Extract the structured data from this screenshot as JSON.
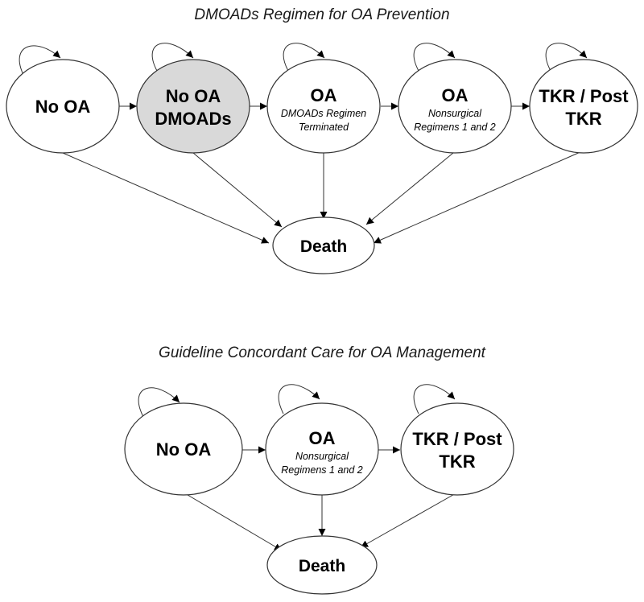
{
  "diagram_top": {
    "title": "DMOADs Regimen for OA Prevention",
    "states": {
      "no_oa": {
        "label": "No OA"
      },
      "no_oa_dmoads": {
        "line1": "No OA",
        "line2": "DMOADs"
      },
      "oa_terminated": {
        "label": "OA",
        "sub1": "DMOADs Regimen",
        "sub2": "Terminated"
      },
      "oa_nonsurgical": {
        "label": "OA",
        "sub1": "Nonsurgical",
        "sub2": "Regimens 1 and 2"
      },
      "tkr": {
        "line1": "TKR / Post",
        "line2": "TKR"
      },
      "death": {
        "label": "Death"
      }
    },
    "colors": {
      "shaded_fill": "#d9d9d9"
    }
  },
  "diagram_bottom": {
    "title": "Guideline Concordant Care for OA Management",
    "states": {
      "no_oa": {
        "label": "No OA"
      },
      "oa_nonsurgical": {
        "label": "OA",
        "sub1": "Nonsurgical",
        "sub2": "Regimens 1 and 2"
      },
      "tkr": {
        "line1": "TKR / Post",
        "line2": "TKR"
      },
      "death": {
        "label": "Death"
      }
    }
  }
}
